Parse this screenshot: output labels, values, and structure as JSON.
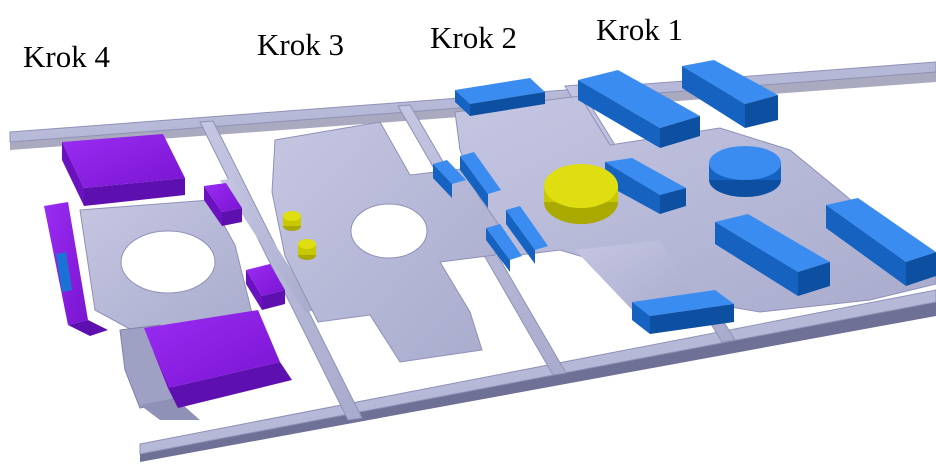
{
  "steps": [
    {
      "label": "Krok 4"
    },
    {
      "label": "Krok 3"
    },
    {
      "label": "Krok 2"
    },
    {
      "label": "Krok 1"
    }
  ],
  "colors": {
    "strip": "#b4b6d6",
    "strip_side": "#6f7096",
    "blue_component": "#1a73d4",
    "yellow_component": "#dede10",
    "purple_component": "#8a1ae6"
  }
}
